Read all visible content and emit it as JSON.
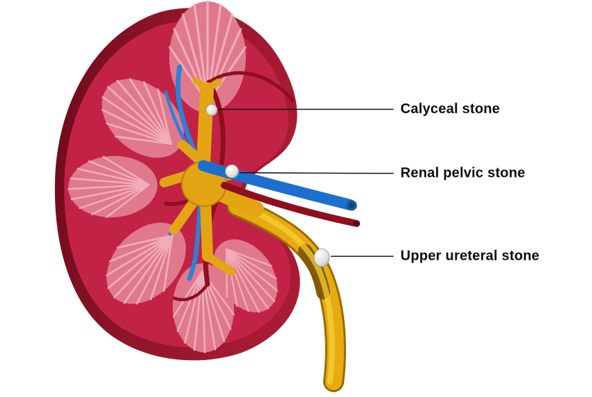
{
  "diagram": {
    "labels": [
      {
        "text": "Calyceal stone"
      },
      {
        "text": "Renal pelvic stone"
      },
      {
        "text": "Upper ureteral stone"
      }
    ],
    "colors": {
      "kidney_capsule": "#7c0f22",
      "kidney_cortex": "#c32347",
      "renal_pyramid": "#e0798c",
      "renal_pelvis": "#e3a514",
      "ureter": "#e7ab10",
      "renal_vein": "#1d6fcf",
      "renal_artery": "#8e101c",
      "stone": "#e4e4df",
      "leader_line": "#151515"
    }
  }
}
